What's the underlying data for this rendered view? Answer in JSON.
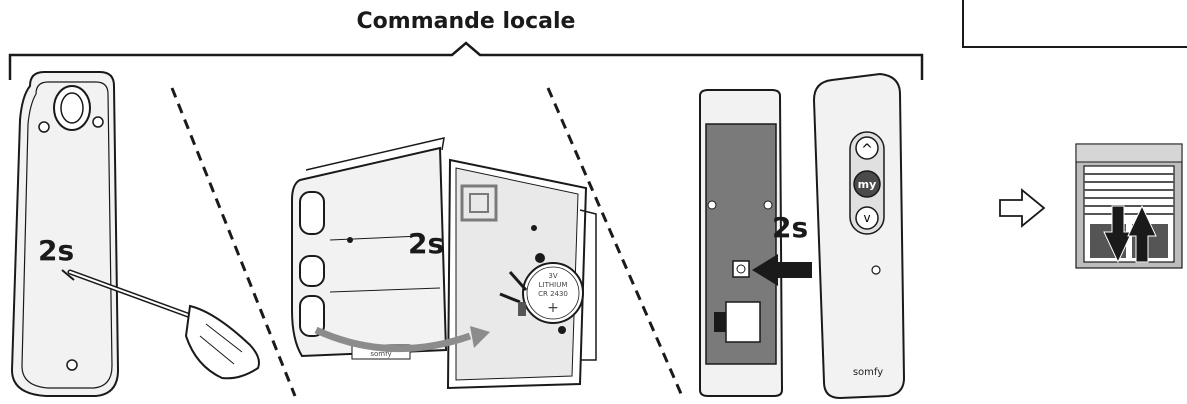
{
  "section_title": "Commande locale",
  "steps": [
    {
      "duration": "2s"
    },
    {
      "duration": "2s"
    },
    {
      "duration": "2s"
    }
  ],
  "remote": {
    "up_label": "^",
    "my_label": "my",
    "down_label": "v",
    "brand": "somfy"
  },
  "battery": {
    "line1": "3V",
    "line2": "LITHIUM",
    "line3": "CR 2430",
    "polarity": "+"
  },
  "case_brand": "somfy",
  "colors": {
    "line": "#1a1a1a",
    "device_fill": "#f2f2f2",
    "pcb_gray": "#7a7a7a",
    "arrow_gray": "#8c8c8c",
    "shutter_gray": "#bdbdbd",
    "shutter_dark": "#555555"
  }
}
